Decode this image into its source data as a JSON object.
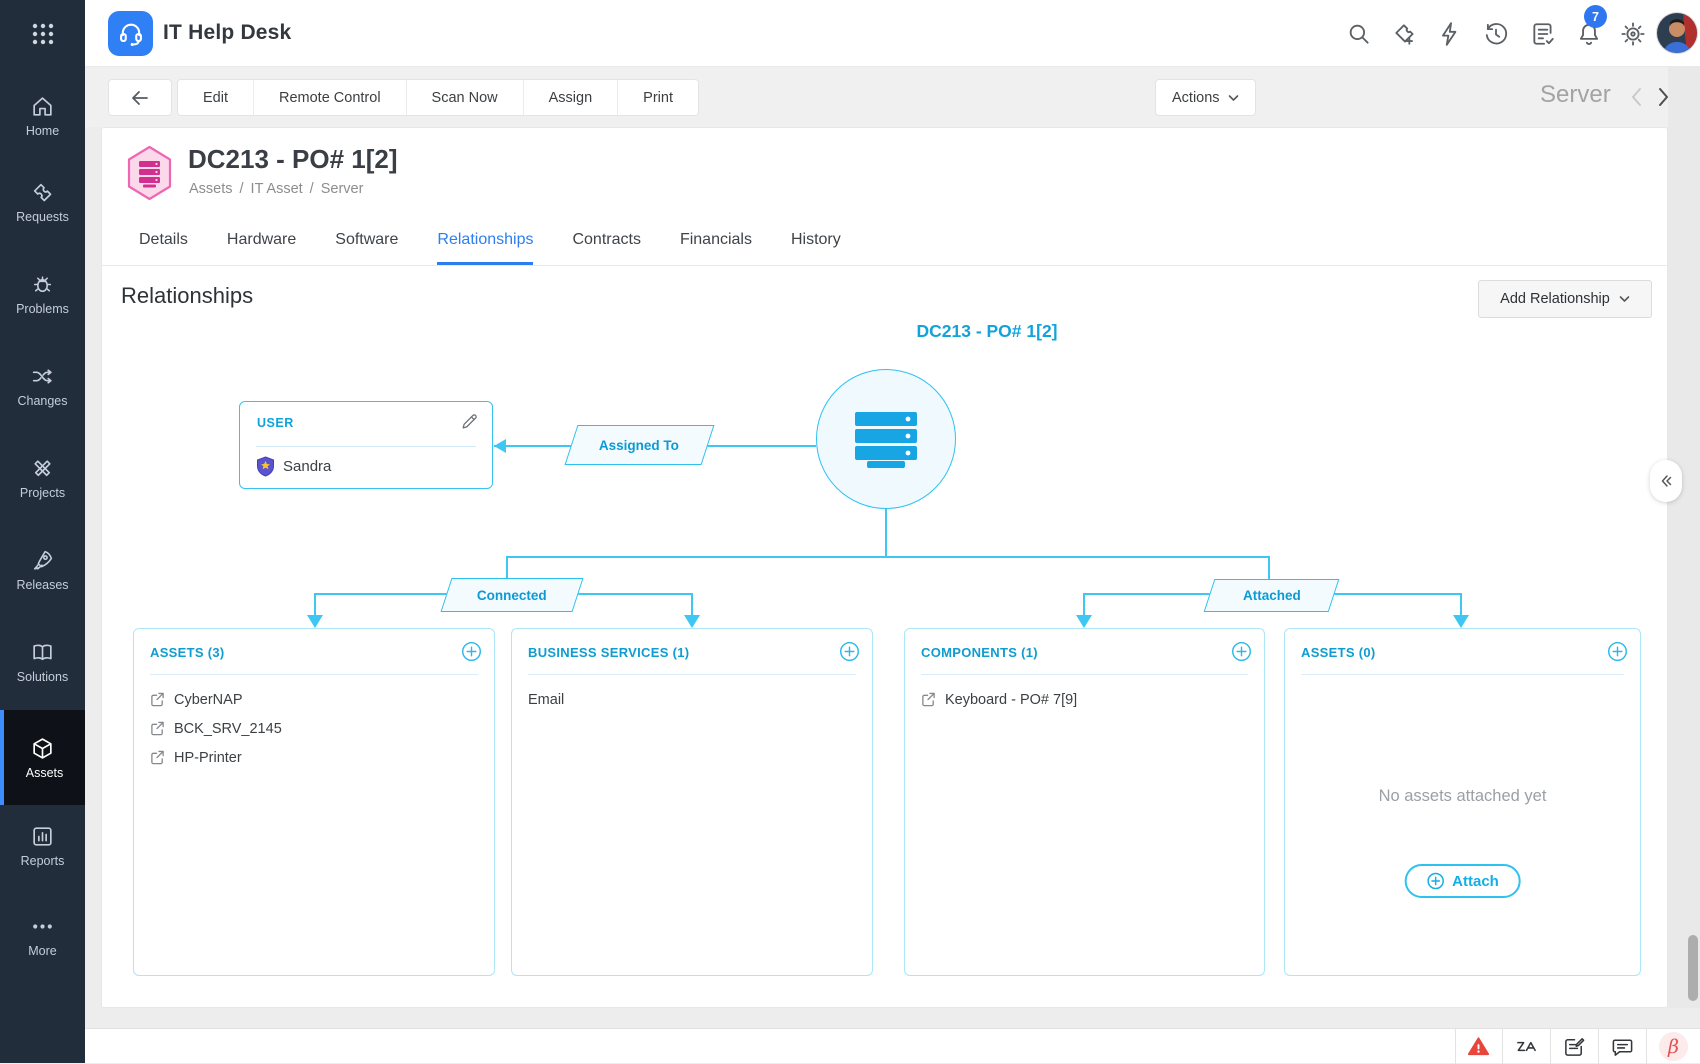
{
  "header": {
    "app_title": "IT Help Desk",
    "notification_count": "7"
  },
  "sidebar": {
    "items": [
      {
        "label": "Home"
      },
      {
        "label": "Requests"
      },
      {
        "label": "Problems"
      },
      {
        "label": "Changes"
      },
      {
        "label": "Projects"
      },
      {
        "label": "Releases"
      },
      {
        "label": "Solutions"
      },
      {
        "label": "Assets"
      },
      {
        "label": "Reports"
      },
      {
        "label": "More"
      }
    ]
  },
  "toolbar": {
    "buttons": [
      "Edit",
      "Remote Control",
      "Scan Now",
      "Assign",
      "Print"
    ],
    "actions_label": "Actions",
    "entity_label": "Server"
  },
  "asset": {
    "title": "DC213 - PO# 1[2]",
    "breadcrumb": [
      "Assets",
      "IT Asset",
      "Server"
    ],
    "breadcrumb_separator": "/"
  },
  "tabs": [
    {
      "label": "Details"
    },
    {
      "label": "Hardware"
    },
    {
      "label": "Software"
    },
    {
      "label": "Relationships"
    },
    {
      "label": "Contracts"
    },
    {
      "label": "Financials"
    },
    {
      "label": "History"
    }
  ],
  "section": {
    "heading": "Relationships",
    "add_relationship_label": "Add Relationship"
  },
  "diagram": {
    "node_title": "DC213 - PO# 1[2]",
    "user_box": {
      "label": "USER",
      "value": "Sandra"
    },
    "edges": {
      "assigned_to": "Assigned To",
      "connected": "Connected",
      "attached": "Attached"
    },
    "panels": [
      {
        "title": "ASSETS (3)",
        "items": [
          "CyberNAP",
          "BCK_SRV_2145",
          "HP-Printer"
        ]
      },
      {
        "title": "BUSINESS SERVICES (1)",
        "items": [
          "Email"
        ]
      },
      {
        "title": "COMPONENTS (1)",
        "items": [
          "Keyboard - PO# 7[9]"
        ]
      },
      {
        "title": "ASSETS (0)",
        "empty_text": "No assets attached yet",
        "attach_label": "Attach"
      }
    ]
  },
  "footer": {
    "beta": "β"
  },
  "colors": {
    "accent_cyan": "#2cc0ee",
    "accent_blue": "#2d7ff0",
    "sidebar_bg": "#222d3c",
    "hex_pink": "#ee67b2",
    "warning_red": "#e8463d"
  }
}
